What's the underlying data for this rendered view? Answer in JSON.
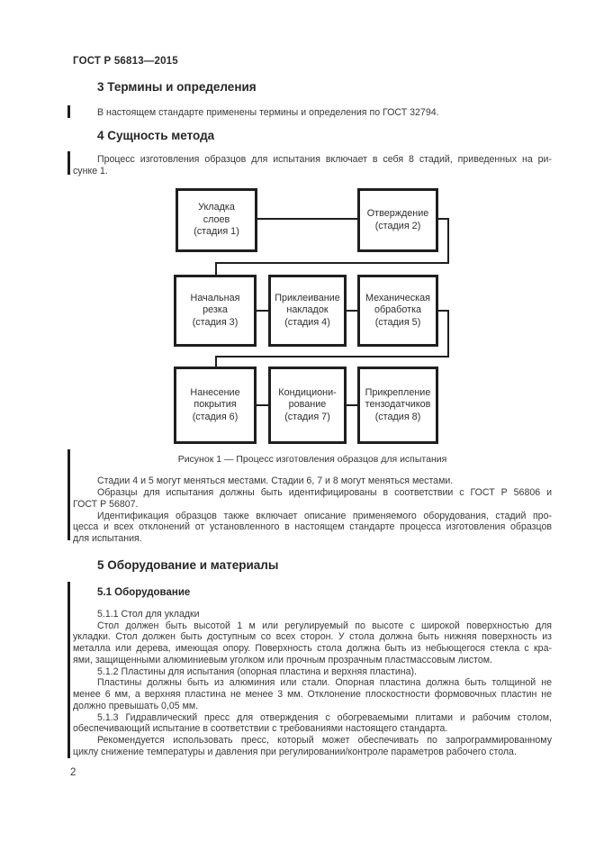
{
  "doc": {
    "number": "ГОСТ Р 56813—2015",
    "page_number": "2"
  },
  "sections": {
    "terms": {
      "title": "3 Термины и определения",
      "lines": [
        {
          "t": "В настоящем стандарте применены термины и определения по ГОСТ 32794.",
          "indent": true
        }
      ]
    },
    "method": {
      "title": "4 Сущность метода",
      "lines": [
        {
          "t": "Процесс изготовления образцов для испытания включает в себя 8 стадий, приведенных на ри-",
          "indent": true,
          "fill": true
        },
        {
          "t": "сунке 1."
        }
      ]
    },
    "after_figure": {
      "lines": [
        {
          "t": "Стадии 4 и 5 могут меняться местами. Стадии 6, 7 и 8 могут меняться местами.",
          "indent": true
        },
        {
          "t": "Образцы для испытания должны быть идентифицированы в соответствии с ГОСТ Р 56806 и",
          "indent": true,
          "fill": true
        },
        {
          "t": "ГОСТ Р 56807."
        },
        {
          "t": "Идентификация образцов также включает описание применяемого оборудования, стадий про-",
          "indent": true,
          "fill": true
        },
        {
          "t": "цесса и всех отклонений от установленного в настоящем стандарте процесса изготовления образцов",
          "fill": true
        },
        {
          "t": "для испытания."
        }
      ]
    },
    "equipment": {
      "title": "5 Оборудование и материалы",
      "subtitle": "5.1 Оборудование",
      "lines": [
        {
          "t": "5.1.1 Стол для укладки",
          "indent": true
        },
        {
          "t": "Стол должен быть высотой 1 м или регулируемый по высоте с широкой поверхностью для",
          "indent": true,
          "fill": true
        },
        {
          "t": "укладки. Стол должен быть доступным со всех сторон. У стола должна быть нижняя поверхность из",
          "fill": true
        },
        {
          "t": "металла или дерева, имеющая опору. Поверхность стола должна быть из небьющегося стекла с кра-",
          "fill": true
        },
        {
          "t": "ями, защищенными алюминиевым уголком или прочным прозрачным пластмассовым листом."
        },
        {
          "t": "5.1.2 Пластины для испытания (опорная пластина и верхняя пластина).",
          "indent": true
        },
        {
          "t": "Пластины должны быть из алюминия или стали. Опорная пластина должна быть толщиной не",
          "indent": true,
          "fill": true
        },
        {
          "t": "менее 6 мм, а верхняя пластина не менее 3 мм. Отклонение плоскостности формовочных пластин не",
          "fill": true
        },
        {
          "t": "должно превышать 0,05 мм."
        },
        {
          "t": "5.1.3 Гидравлический пресс для отверждения с обогреваемыми плитами и рабочим столом,",
          "indent": true,
          "fill": true
        },
        {
          "t": "обеспечивающий испытание в соответствии с требованиями настоящего стандарта."
        },
        {
          "t": "Рекомендуется использовать пресс, который может обеспечивать по запрограммированному",
          "indent": true,
          "fill": true
        },
        {
          "t": "циклу снижение температуры и давления при регулировании/контроле параметров рабочего стола."
        }
      ]
    }
  },
  "figure": {
    "caption": "Рисунок 1 — Процесс изготовления образцов для испытания",
    "boxes": [
      {
        "label": "Укладка\nслоев\n(стадия 1)"
      },
      {
        "label": "Отверждение\n(стадия 2)"
      },
      {
        "label": "Начальная\nрезка\n(стадия 3)"
      },
      {
        "label": "Приклеивание\nнакладок\n(стадия 4)"
      },
      {
        "label": "Механическая\nобработка\n(стадия 5)"
      },
      {
        "label": "Нанесение\nпокрытия\n(стадия 6)"
      },
      {
        "label": "Кондициони-\nрование\n(стадия 7)"
      },
      {
        "label": "Прикрепление\nтензодатчиков\n(стадия 8)"
      }
    ]
  }
}
